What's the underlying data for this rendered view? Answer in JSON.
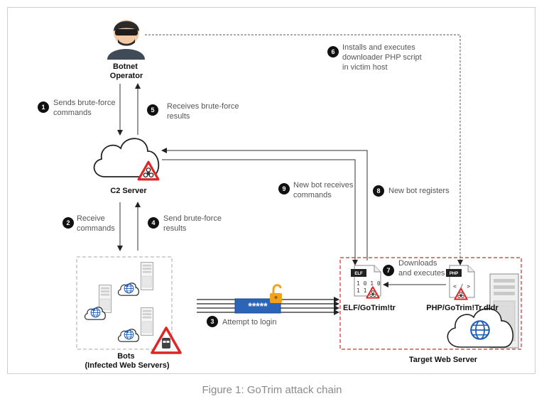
{
  "nodes": {
    "operator": [
      "Botnet",
      "Operator"
    ],
    "c2": "C2 Server",
    "bots": [
      "Bots",
      "(Infected Web Servers)"
    ],
    "target": "Target Web Server",
    "elf_file": "ELF/GoTrim!tr",
    "elf_tag": "ELF",
    "elf_bits": [
      "1 0 1 0",
      "1 1 1"
    ],
    "php_file": "PHP/GoTrim!Tr.dldr",
    "php_tag": "PHP",
    "php_code": "< / >",
    "password_mask": "*****"
  },
  "steps": [
    {
      "n": "1",
      "lines": [
        "Sends brute-force",
        "commands"
      ]
    },
    {
      "n": "2",
      "lines": [
        "Receive",
        "commands"
      ]
    },
    {
      "n": "3",
      "lines": [
        "Attempt to login"
      ]
    },
    {
      "n": "4",
      "lines": [
        "Send brute-force",
        "results"
      ]
    },
    {
      "n": "5",
      "lines": [
        "Receives brute-force",
        "results"
      ]
    },
    {
      "n": "6",
      "lines": [
        "Installs and executes",
        "downloader PHP script",
        "in victim host"
      ]
    },
    {
      "n": "7",
      "lines": [
        "Downloads",
        "and executes"
      ]
    },
    {
      "n": "8",
      "lines": [
        "New bot registers"
      ]
    },
    {
      "n": "9",
      "lines": [
        "New bot receives",
        "commands"
      ]
    }
  ],
  "caption": "Figure 1: GoTrim attack chain",
  "colors": {
    "accent_red": "#e02424",
    "globe_blue": "#1f5fb5",
    "bar_blue": "#2c64b8",
    "lock_gold": "#f0a21a",
    "marker_black": "#111111"
  }
}
